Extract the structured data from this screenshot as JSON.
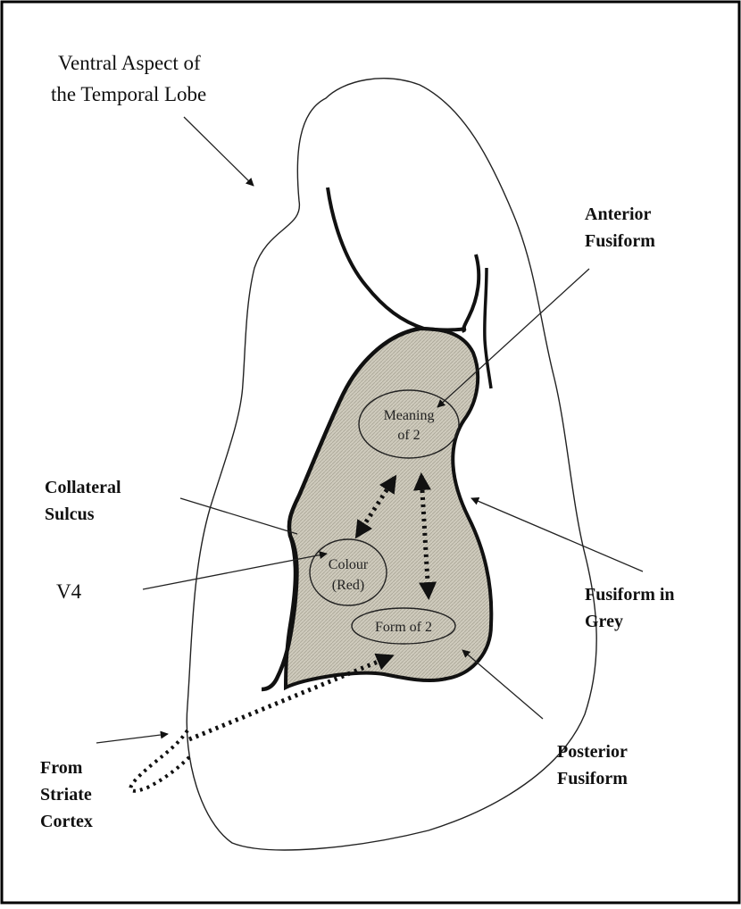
{
  "diagram": {
    "labels": {
      "ventral_line1": "Ventral Aspect of",
      "ventral_line2": "the Temporal Lobe",
      "anterior_line1": "Anterior",
      "anterior_line2": "Fusiform",
      "collateral_line1": "Collateral",
      "collateral_line2": "Sulcus",
      "fusiform_grey_line1": "Fusiform in",
      "fusiform_grey_line2": "Grey",
      "v4": "V4",
      "striate_line1": "From",
      "striate_line2": "Striate",
      "striate_line3": "Cortex",
      "posterior_line1": "Posterior",
      "posterior_line2": "Fusiform"
    },
    "regions": {
      "meaning_line1": "Meaning",
      "meaning_line2": "of 2",
      "colour_line1": "Colour",
      "colour_line2": "(Red)",
      "form": "Form of 2"
    },
    "colors": {
      "fusiform_fill": "#c9c6b8",
      "outline": "#111111",
      "border": "#000000"
    }
  }
}
